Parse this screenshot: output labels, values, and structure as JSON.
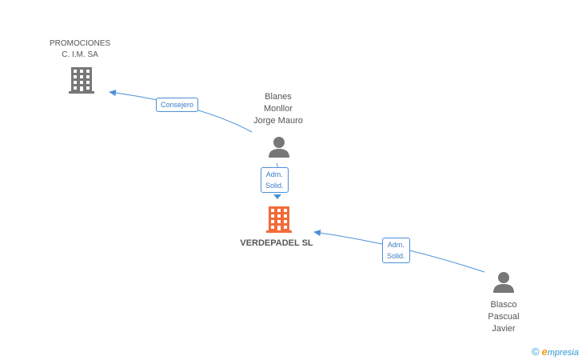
{
  "nodes": {
    "promociones": {
      "lines": [
        "PROMOCIONES",
        "C. I.M. SA"
      ]
    },
    "blanes": {
      "lines": [
        "Blanes",
        "Monllor",
        "Jorge Mauro"
      ]
    },
    "verdepadel": {
      "lines": [
        "VERDEPADEL SL"
      ]
    },
    "blasco": {
      "lines": [
        "Blasco",
        "Pascual",
        "Javier"
      ]
    }
  },
  "edges": {
    "consejero": {
      "lines": [
        "Consejero"
      ]
    },
    "adm_top": {
      "lines": [
        "Adm.",
        "Solid."
      ]
    },
    "adm_right": {
      "lines": [
        "Adm.",
        "Solid."
      ]
    }
  },
  "colors": {
    "edge": "#4a90d9",
    "company_gray": "#777777",
    "company_main": "#f26b3a",
    "person": "#777777"
  },
  "footer": {
    "copyright": "©",
    "brand_initial": "e",
    "brand_rest": "mpresia"
  }
}
